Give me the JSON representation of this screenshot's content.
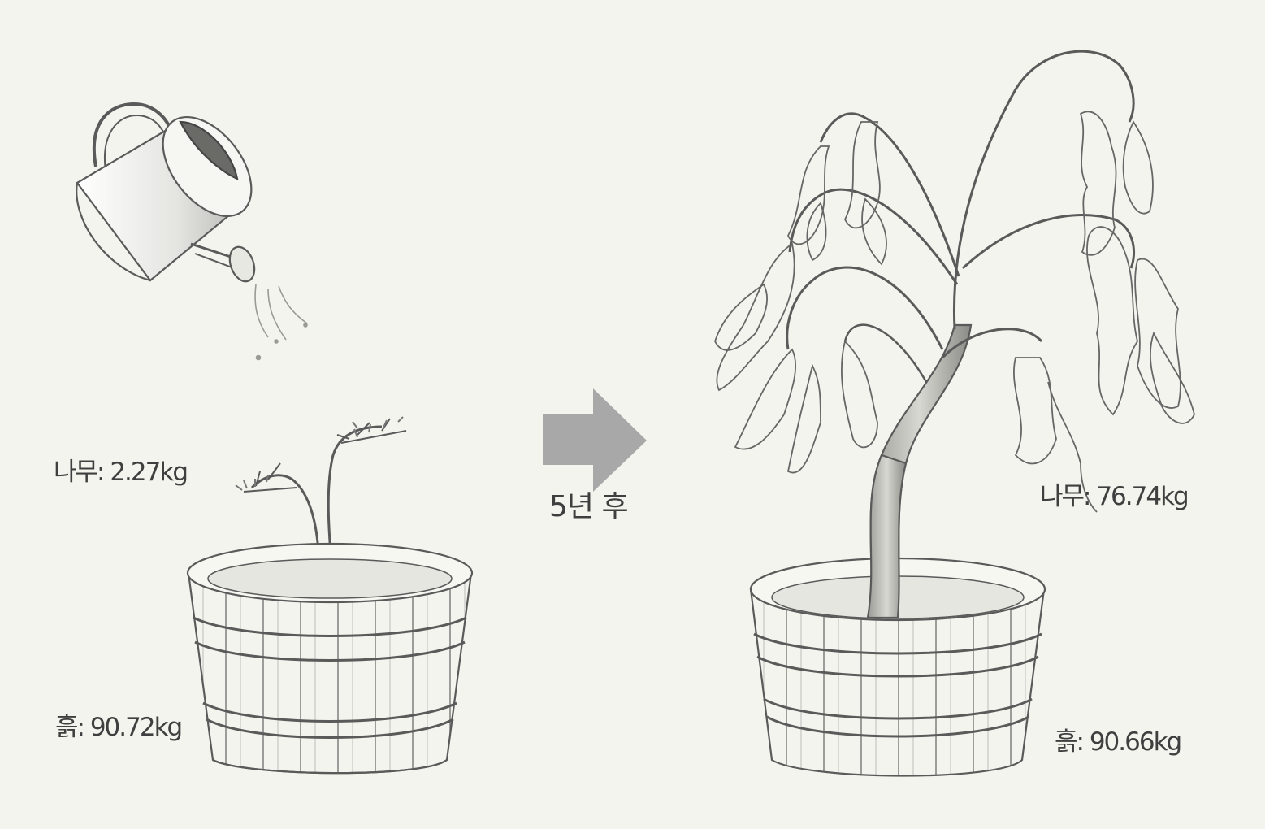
{
  "labels": {
    "tree_before": "나무: 2.27kg",
    "soil_before": "흙: 90.72kg",
    "period": "5년 후",
    "tree_after": "나무: 76.74kg",
    "soil_after": "흙: 90.66kg"
  },
  "colors": {
    "background": "#f4f4ee",
    "ink": "#5a5a5a",
    "arrow": "#a8a8a8",
    "label": "#3f3f3f"
  },
  "icons": [
    "watering-can-icon",
    "arrow-right-icon",
    "sapling-icon",
    "grown-tree-icon",
    "wooden-tub-icon"
  ]
}
